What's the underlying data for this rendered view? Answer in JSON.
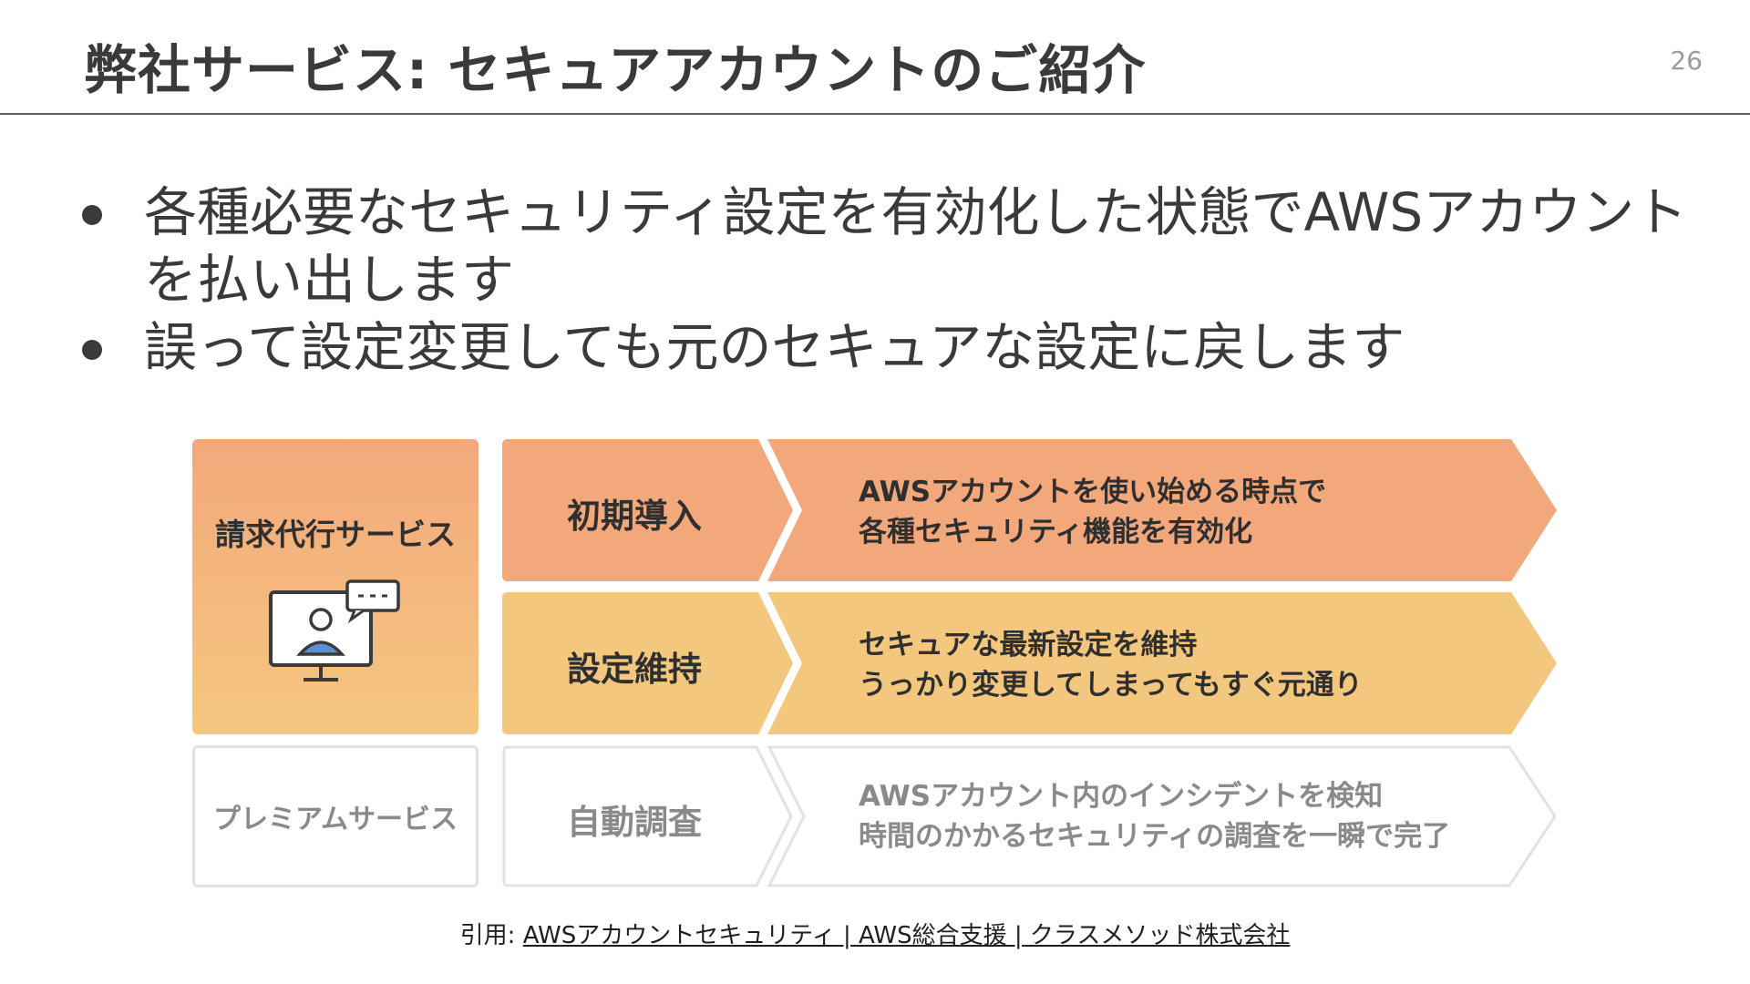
{
  "header": {
    "title": "弊社サービス: セキュアアカウントのご紹介",
    "page_number": "26"
  },
  "bullets": [
    "各種必要なセキュリティ設定を有効化した状態でAWSアカウントを払い出します",
    "誤って設定変更しても元のセキュアな設定に戻します"
  ],
  "diagram": {
    "services": {
      "billing": {
        "label": "請求代行サービス",
        "icon": "computer-user-chat-icon"
      },
      "premium": {
        "label": "プレミアムサービス"
      }
    },
    "rows": [
      {
        "label": "初期導入",
        "desc_line1": "AWSアカウントを使い始める時点で",
        "desc_line2": "各種セキュリティ機能を有効化",
        "color": "#f3a87c"
      },
      {
        "label": "設定維持",
        "desc_line1": "セキュアな最新設定を維持",
        "desc_line2": "うっかり変更してしまってもすぐ元通り",
        "color": "#f4c77f"
      },
      {
        "label": "自動調査",
        "desc_line1": "AWSアカウント内のインシデントを検知",
        "desc_line2": "時間のかかるセキュリティの調査を一瞬で完了",
        "color": "#ffffff"
      }
    ]
  },
  "citation": {
    "prefix": "引用: ",
    "link_text": "AWSアカウントセキュリティ | AWS総合支援 | クラスメソッド株式会社"
  },
  "colors": {
    "orange": "#f3a87c",
    "yellow": "#f4c77f",
    "outline": "#e2e2e2",
    "text_dark": "#2f2f2f",
    "text_muted": "#8a8a8a"
  }
}
